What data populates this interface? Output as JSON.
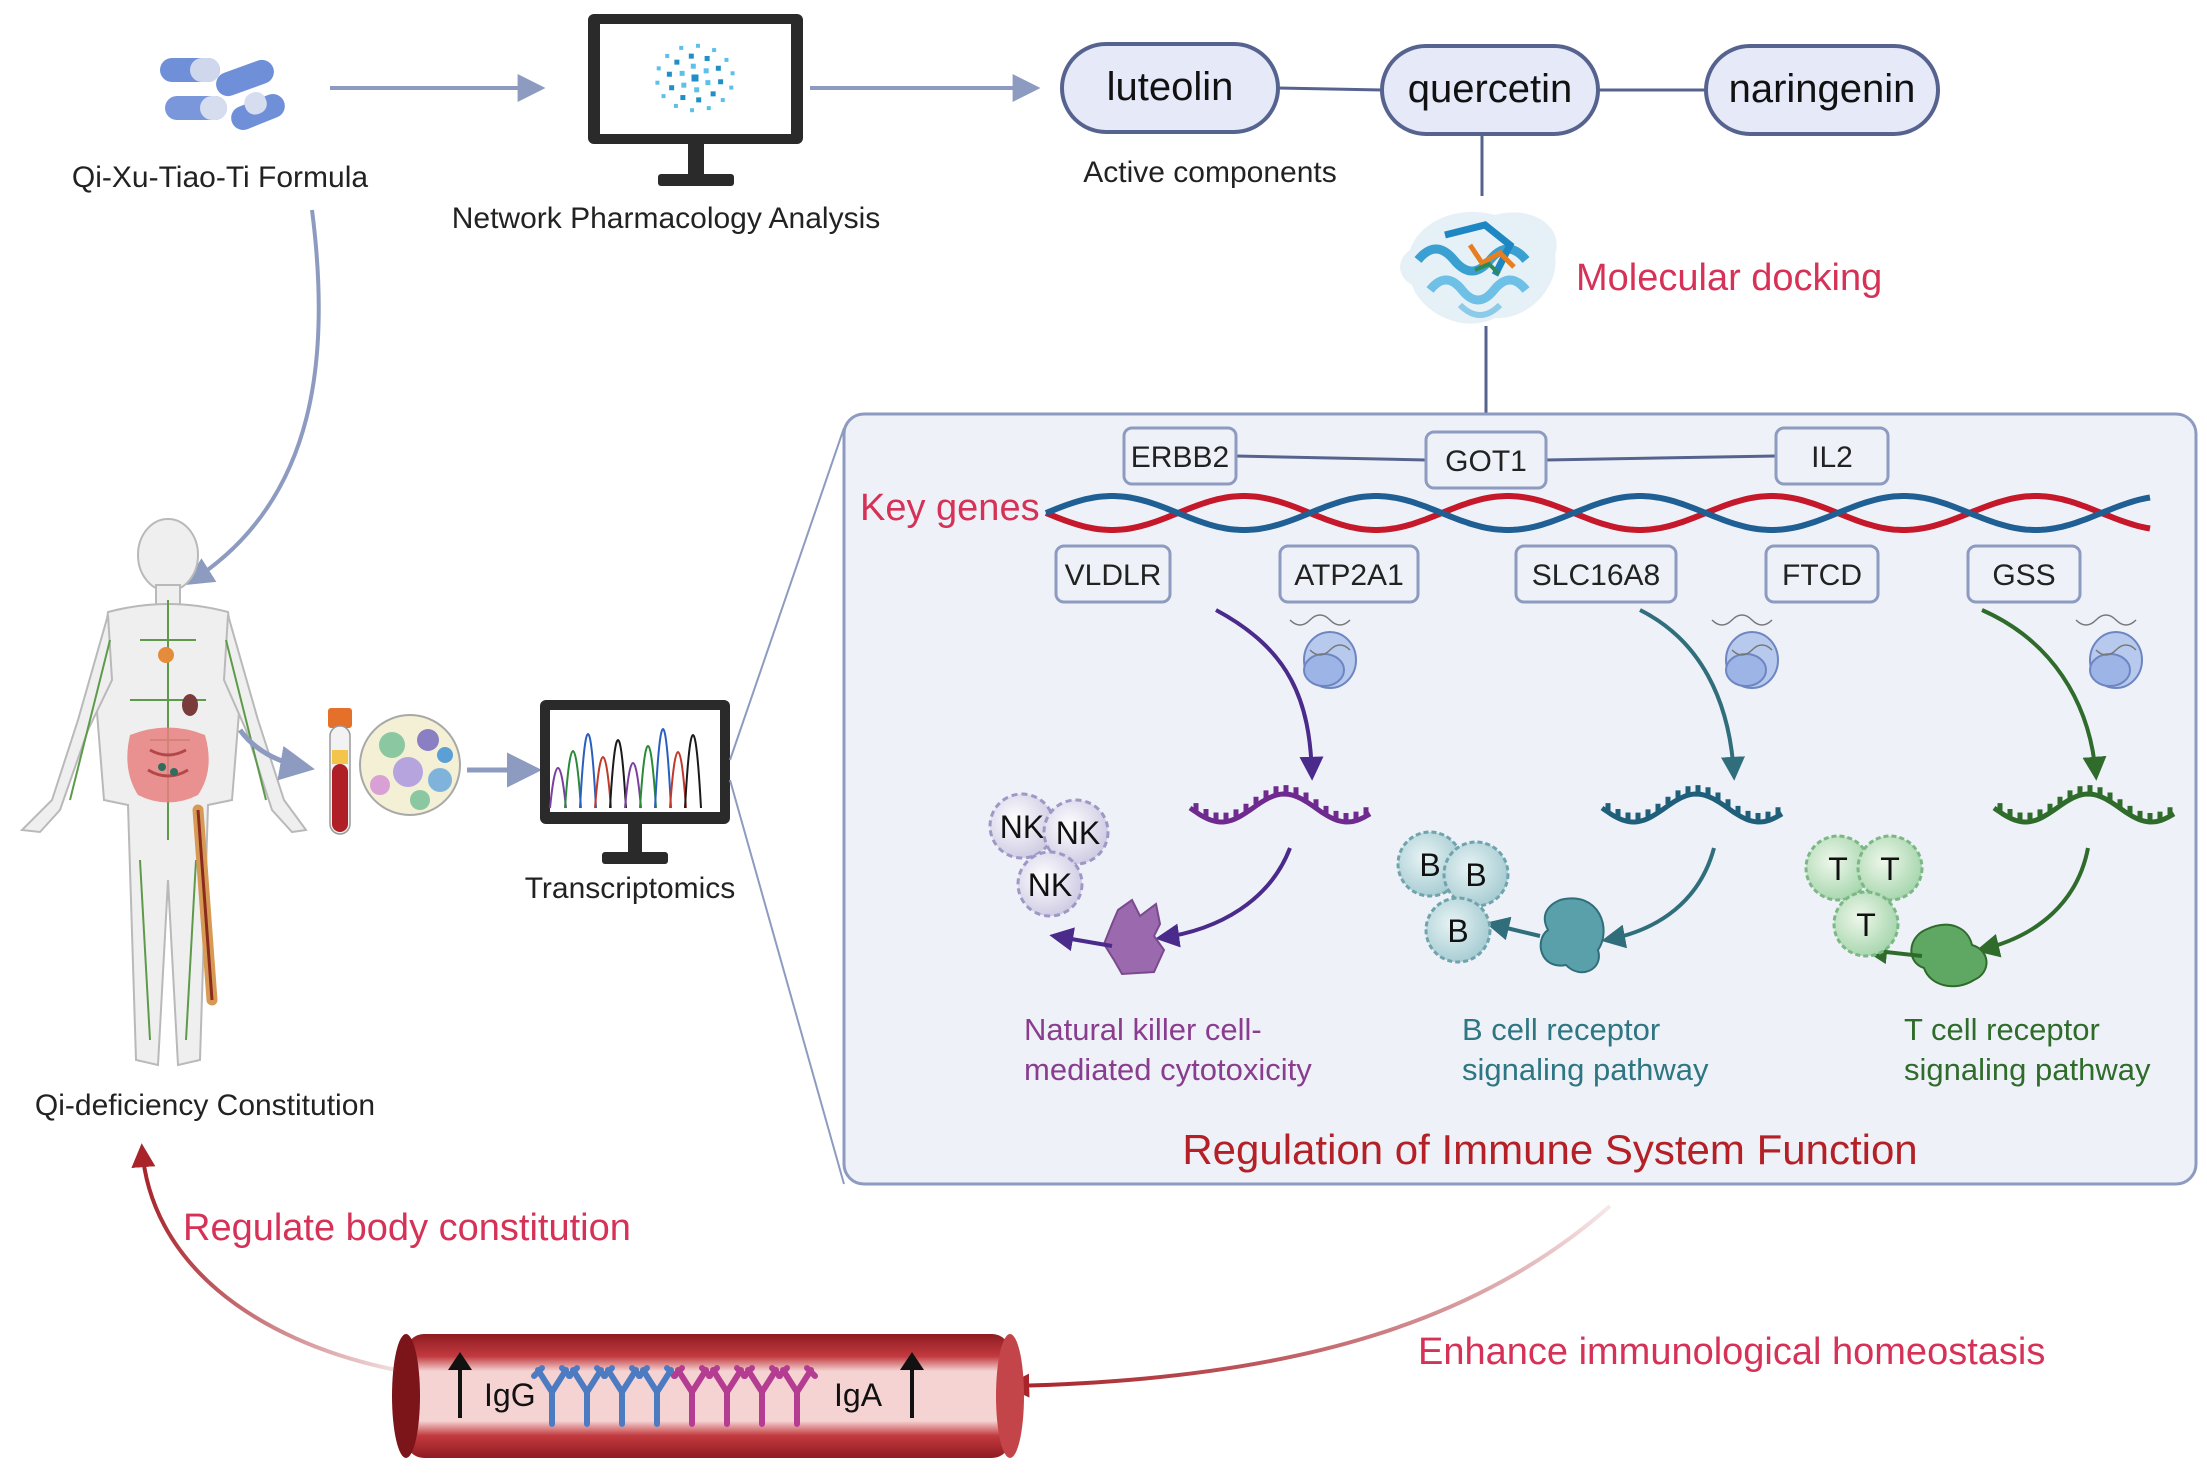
{
  "colors": {
    "arrow_blue": "#8d9bc0",
    "red_text": "#d63157",
    "dark_red": "#b42025",
    "pill_fill": "#e5e9f8",
    "pill_stroke": "#56638f",
    "panel_fill": "#eef2f8",
    "panel_stroke": "#8d9bc0",
    "nk_purple": "#8a3d8f",
    "nk_arrow": "#4a2a8a",
    "b_teal": "#2e7682",
    "b_arrow": "#2f6e7a",
    "t_green": "#2f6b2a",
    "dna_red": "#c5182a",
    "dna_blue": "#1f5f93",
    "vessel_red": "#a8232a",
    "antibody_blue": "#4d7bc2",
    "antibody_magenta": "#b43c91"
  },
  "labels": {
    "formula": "Qi-Xu-Tiao-Ti Formula",
    "network": "Network Pharmacology Analysis",
    "active": "Active components",
    "docking": "Molecular docking",
    "transcriptomics": "Transcriptomics",
    "constitution": "Qi-deficiency Constitution",
    "key_genes": "Key genes",
    "immune": "Regulation of Immune System Function",
    "regulate": "Regulate body constitution",
    "enhance": "Enhance immunological homeostasis",
    "igg": "IgG",
    "iga": "IgA"
  },
  "components": [
    "luteolin",
    "quercetin",
    "naringenin"
  ],
  "genes_top": [
    "ERBB2",
    "GOT1",
    "IL2"
  ],
  "genes_bottom": [
    "VLDLR",
    "ATP2A1",
    "SLC16A8",
    "FTCD",
    "GSS"
  ],
  "pathways": {
    "nk": {
      "line1": "Natural killer cell-",
      "line2": "mediated cytotoxicity",
      "cell": "NK"
    },
    "b": {
      "line1": "B cell receptor",
      "line2": "signaling pathway",
      "cell": "B"
    },
    "t": {
      "line1": "T cell receptor",
      "line2": "signaling pathway",
      "cell": "T"
    }
  },
  "icons": {
    "formula": "capsules-icon",
    "network": "monitor-network-icon",
    "protein": "protein-structure-icon",
    "human": "human-body-icon",
    "blood": "blood-tube-icon",
    "cells": "cell-sample-icon",
    "sequencer": "sequencing-monitor-icon",
    "ribosome": "ribosome-icon",
    "mrna": "mrna-icon",
    "vessel": "blood-vessel-icon",
    "antibody": "antibody-icon"
  }
}
